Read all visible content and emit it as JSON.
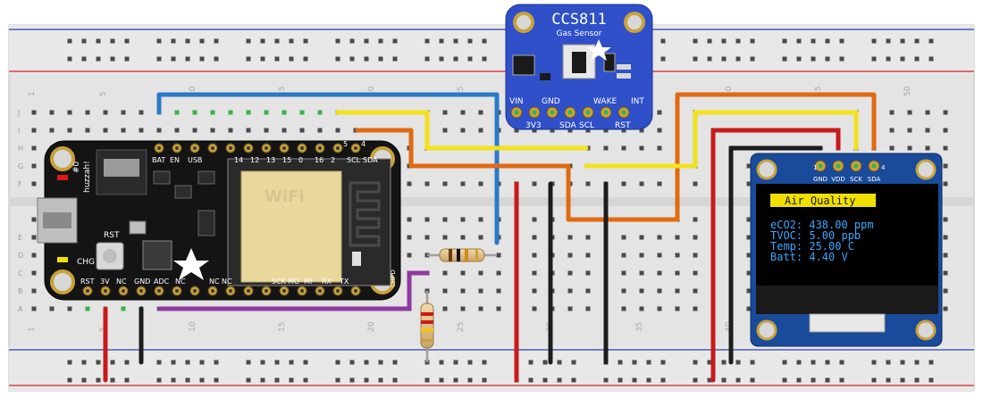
{
  "breadboard": {
    "row_labels": [
      "J",
      "I",
      "H",
      "G",
      "F",
      "E",
      "D",
      "C",
      "B",
      "A"
    ],
    "column_numbers": [
      "1",
      "5",
      "10",
      "15",
      "20",
      "25",
      "30",
      "35",
      "40",
      "45",
      "50"
    ]
  },
  "feather": {
    "brand": "huzzah!",
    "top_pins": [
      "BAT",
      "EN",
      "USB",
      "14",
      "12",
      "13",
      "15",
      "0",
      "16",
      "2",
      "SCL",
      "SDA"
    ],
    "bottom_pins": [
      "RST",
      "3V",
      "NC",
      "GND",
      "ADC",
      "NC",
      "NC",
      "NC",
      "SCK",
      "MO",
      "MI",
      "RX",
      "TX"
    ],
    "rst_label": "RST",
    "chg_label": "CHG",
    "led_label": "#0",
    "chpd_label": "CHPD",
    "wifi_label": "WiFi",
    "pin_5_label": "5",
    "pin_4_label": "4"
  },
  "ccs811": {
    "title": "CCS811",
    "subtitle": "Gas Sensor",
    "top_pins": [
      "VIN",
      "GND",
      "WAKE",
      "INT"
    ],
    "bottom_pins": [
      "3V3",
      "SDA",
      "SCL",
      "RST"
    ]
  },
  "oled": {
    "pin_numbers": [
      "1",
      "4"
    ],
    "pin_names": [
      "GND",
      "VDD",
      "SCK",
      "SDA"
    ],
    "screen": {
      "header": "Air Quality",
      "lines": [
        "eCO2: 438.00 ppm",
        "TVOC: 5.00 ppb",
        "Temp: 25.00 C",
        "Batt: 4.40 V"
      ]
    }
  },
  "colors": {
    "breadboard": "#dcdcdc",
    "rail_red": "#d42020",
    "rail_blue": "#2a3fb0",
    "wire_red": "#c81a1a",
    "wire_black": "#1c1c1c",
    "wire_blue": "#2a79c8",
    "wire_yellow": "#f2e21c",
    "wire_orange": "#e06a12",
    "wire_purple": "#8e3aa0",
    "sensor_board": "#2f50c8",
    "oled_board": "#1a4a9a",
    "oled_text": "#3aa8ff",
    "oled_header_bg": "#f0e000"
  }
}
